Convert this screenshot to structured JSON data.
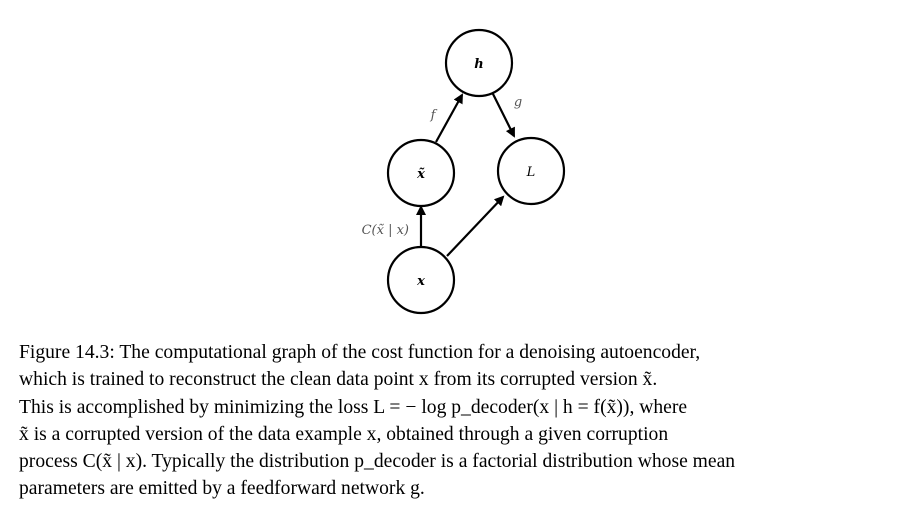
{
  "graph": {
    "nodes": {
      "h": "h",
      "L": "L",
      "x_tilde": "x̃",
      "x": "x"
    },
    "edge_labels": {
      "f": "f",
      "g": "g",
      "C": "C(x̃ | x)"
    }
  },
  "caption": {
    "label": "Figure 14.3:",
    "lines": [
      "The computational graph of the cost function for a denoising autoencoder,",
      "which is trained to reconstruct the clean data point x from its corrupted version x̃.",
      "This is accomplished by minimizing the loss L = − log p_decoder(x | h = f(x̃)), where",
      "x̃ is a corrupted version of the data example x, obtained through a given corruption",
      "process C(x̃ | x). Typically the distribution p_decoder is a factorial distribution whose mean",
      "parameters are emitted by a feedforward network g."
    ]
  }
}
